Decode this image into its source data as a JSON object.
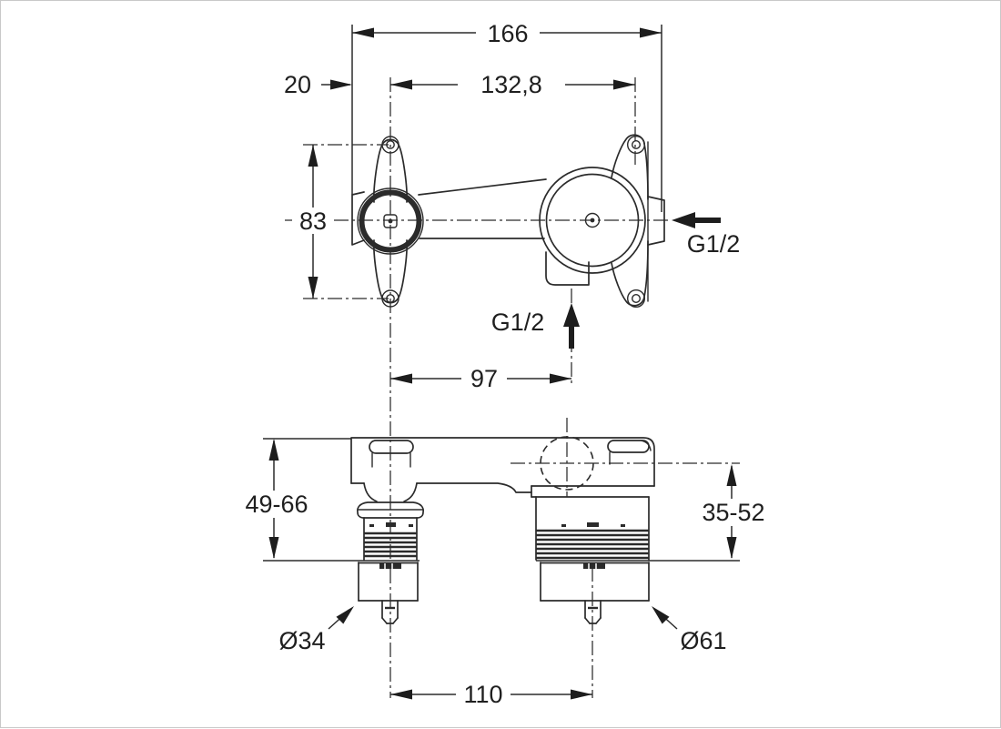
{
  "drawing": {
    "colors": {
      "line": "#2b2b2b",
      "background": "#ffffff"
    },
    "dimensions": {
      "overall_width": "166",
      "edge_to_center": "20",
      "mount_hole_span": "132,8",
      "mount_hole_height": "83",
      "inlet_offset": "97",
      "thread_side": "G1/2",
      "thread_bottom": "G1/2",
      "depth_range_left": "49-66",
      "depth_range_right": "35-52",
      "diameter_small": "Ø34",
      "diameter_large": "Ø61",
      "center_distance": "110"
    }
  }
}
